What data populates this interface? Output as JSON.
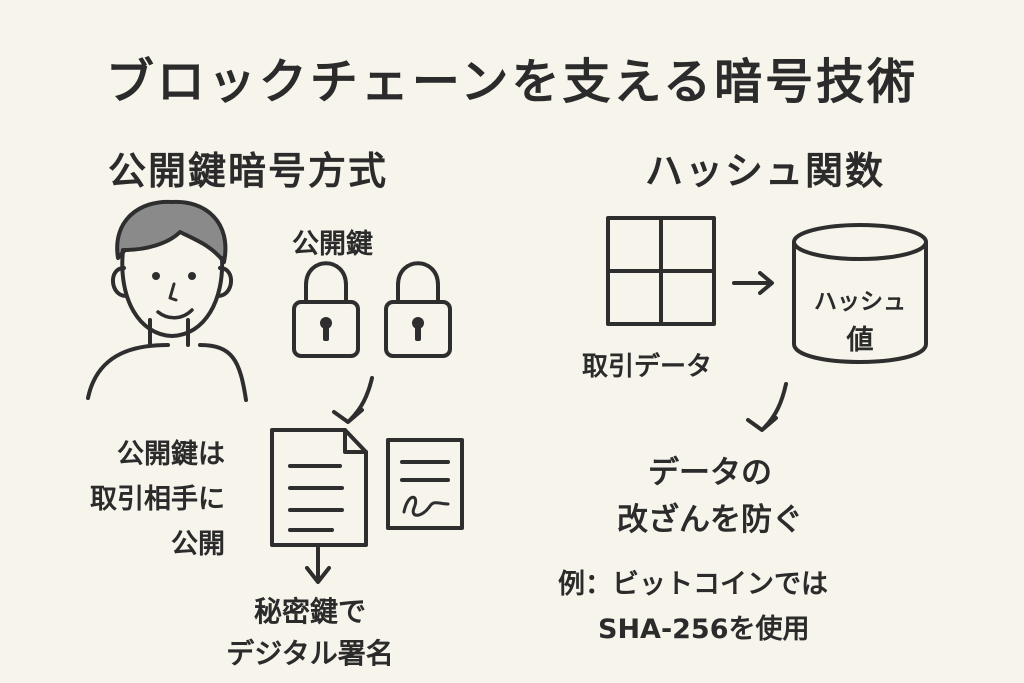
{
  "title": "ブロックチェーンを支える暗号技術",
  "left": {
    "heading": "公開鍵暗号方式",
    "public_key_label": "公開鍵",
    "note_lines": [
      "公開鍵は",
      "取引相手に",
      "公開"
    ],
    "signature_lines": [
      "秘密鍵で",
      "デジタル署名"
    ]
  },
  "right": {
    "heading": "ハッシュ関数",
    "transaction_label": "取引データ",
    "hash_lines": [
      "ハッシュ",
      "値"
    ],
    "result_lines": [
      "データの",
      "改ざんを防ぐ"
    ],
    "example_lines": [
      "例：ビットコインでは",
      "SHA-256を使用"
    ]
  },
  "colors": {
    "background": "#f7f4ec",
    "ink": "#2e2e2e",
    "hair": "#8a8a8a"
  }
}
